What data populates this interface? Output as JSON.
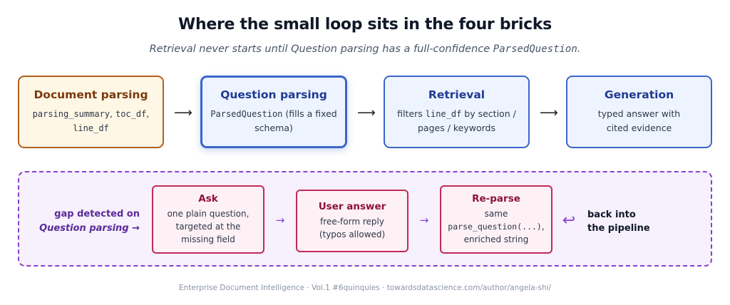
{
  "title": "Where the small loop sits in the four bricks",
  "subtitle": {
    "before": "Retrieval never starts until Question parsing has a full-confidence ",
    "code": "ParsedQuestion",
    "after": "."
  },
  "bricks": {
    "document_parsing": {
      "title": "Document parsing",
      "desc_code1": "parsing_summary",
      "desc_sep": ", ",
      "desc_code2": "toc_df",
      "desc_sep2": ",",
      "desc_code3": "line_df"
    },
    "question_parsing": {
      "title": "Question parsing",
      "desc_code": "ParsedQuestion",
      "desc_text": " (fills a fixed schema)"
    },
    "retrieval": {
      "title": "Retrieval",
      "desc_before": "filters ",
      "desc_code": "line_df",
      "desc_after": " by section / pages / keywords"
    },
    "generation": {
      "title": "Generation",
      "desc": "typed answer with cited evidence"
    }
  },
  "arrows": {
    "main": "⟶",
    "loop": "→",
    "return": "↩"
  },
  "loop": {
    "gap_line1": "gap detected on",
    "gap_line2": "Question parsing →",
    "steps": {
      "ask": {
        "title": "Ask",
        "desc": "one plain question, targeted at the missing field"
      },
      "user_answer": {
        "title": "User answer",
        "desc": "free-form reply (typos allowed)"
      },
      "reparse": {
        "title": "Re-parse",
        "desc_before": "same",
        "desc_code": "parse_question(...)",
        "desc_after": ", enriched string"
      }
    },
    "back_line1": "back into",
    "back_line2": "the pipeline"
  },
  "footer": "Enterprise Document Intelligence · Vol.1 #6quinquies · towardsdatascience.com/author/angela-shi/",
  "colors": {
    "doc_border": "#b2601b",
    "doc_fill": "#fff7e6",
    "brick_border": "#3b66c9",
    "brick_fill": "#eef4ff",
    "loop_border": "#8a3fcf",
    "loop_fill": "#f6f1fc",
    "step_border": "#c3295a",
    "step_fill": "#fdf1f5"
  },
  "icons": {
    "return": "return-arrow-icon"
  }
}
